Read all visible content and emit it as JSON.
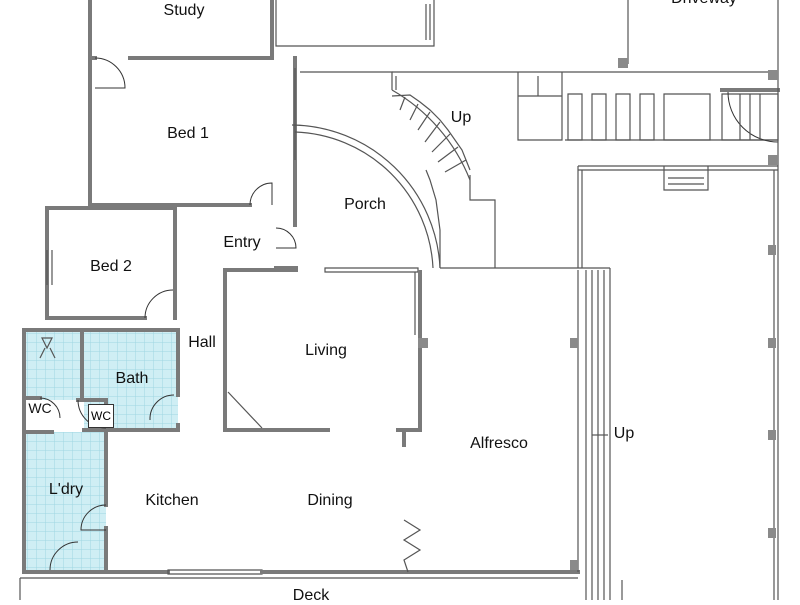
{
  "rooms": {
    "study": "Study",
    "driveway": "Driveway",
    "bed1": "Bed 1",
    "bed2": "Bed 2",
    "porch": "Porch",
    "entry": "Entry",
    "up_porch": "Up",
    "hall": "Hall",
    "living": "Living",
    "bath": "Bath",
    "wc_left": "WC",
    "wc_bath": "WC",
    "laundry": "L'dry",
    "kitchen": "Kitchen",
    "dining": "Dining",
    "alfresco": "Alfresco",
    "up_side": "Up",
    "deck": "Deck"
  },
  "colors": {
    "wall": "#7a7a7a",
    "tile": "#cfeef4",
    "tile_grid": "#9fd6e2"
  }
}
